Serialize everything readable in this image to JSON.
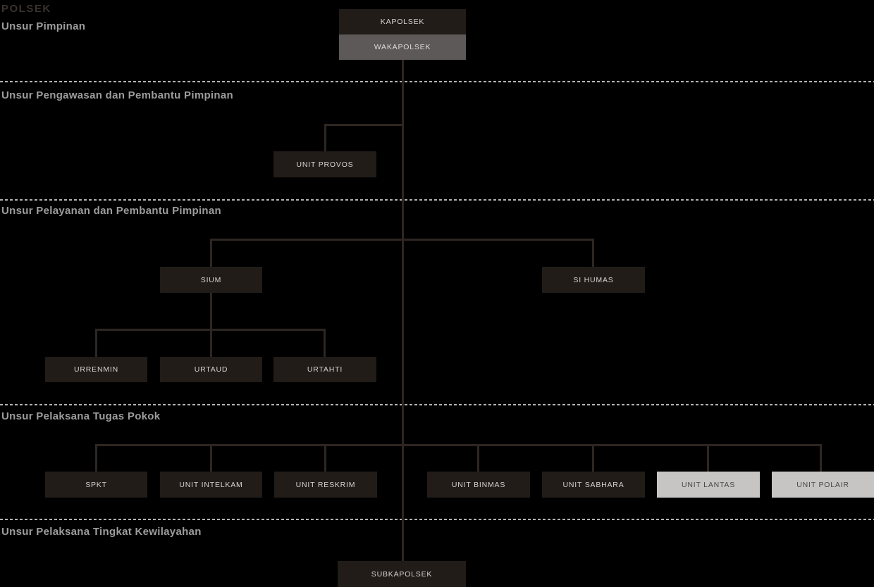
{
  "title": "POLSEK",
  "sections": [
    {
      "label": "Unsur Pimpinan"
    },
    {
      "label": "Unsur Pengawasan dan Pembantu Pimpinan"
    },
    {
      "label": "Unsur Pelayanan dan Pembantu Pimpinan"
    },
    {
      "label": "Unsur Pelaksana Tugas Pokok"
    },
    {
      "label": "Unsur Pelaksana Tingkat Kewilayahan"
    }
  ],
  "nodes": {
    "kapolsek": {
      "label": "KAPOLSEK"
    },
    "wakapolsek": {
      "label": "WAKAPOLSEK"
    },
    "unit_provos": {
      "label": "UNIT PROVOS"
    },
    "sium": {
      "label": "SIUM"
    },
    "si_humas": {
      "label": "SI HUMAS"
    },
    "urrenmin": {
      "label": "URRENMIN"
    },
    "urtaud": {
      "label": "URTAUD"
    },
    "urtahti": {
      "label": "URTAHTI"
    },
    "spkt": {
      "label": "SPKT"
    },
    "unit_intelkam": {
      "label": "UNIT INTELKAM"
    },
    "unit_reskrim": {
      "label": "UNIT RESKRIM"
    },
    "unit_binmas": {
      "label": "UNIT BINMAS"
    },
    "unit_sabhara": {
      "label": "UNIT SABHARA"
    },
    "unit_lantas": {
      "label": "UNIT LANTAS"
    },
    "unit_polair": {
      "label": "UNIT POLAIR"
    },
    "subkapolsek": {
      "label": "SUBKAPOLSEK"
    }
  },
  "colors": {
    "background": "#000000",
    "node_dark": "#221c19",
    "node_dark_text": "#d6d3d1",
    "node_highlight_gray": "#5c5958",
    "node_light": "#c6c5c4",
    "node_light_text": "#4b4645",
    "connector_line": "#2e2622",
    "divider_dash": "#b3b3b3",
    "section_label_text": "#9d9d9d",
    "title_text": "#3a322e"
  }
}
